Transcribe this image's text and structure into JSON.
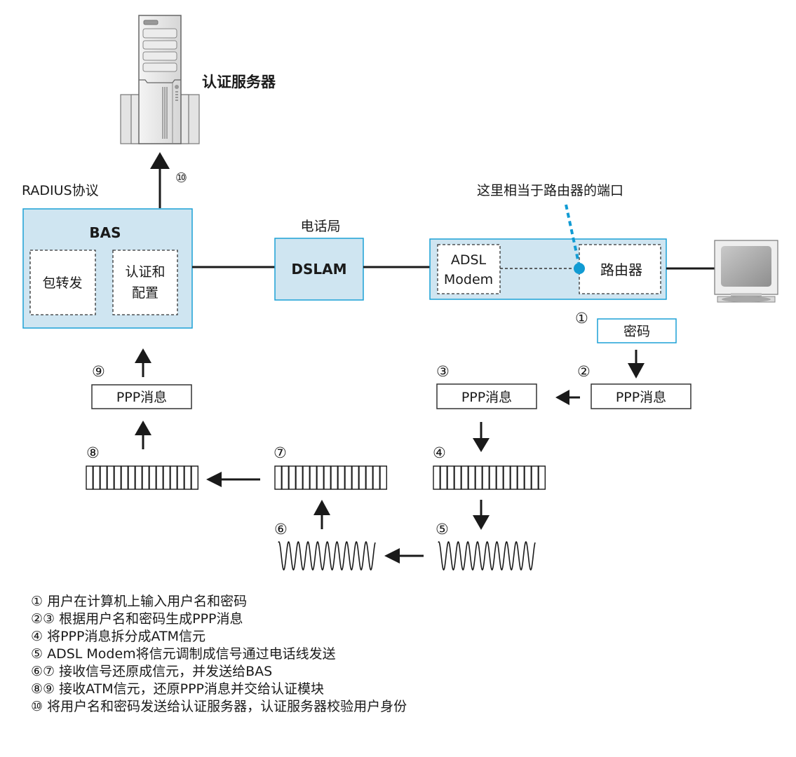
{
  "colors": {
    "box_fill": "#cfe5f1",
    "box_stroke": "#1ba1d6",
    "port_dot": "#119bd3",
    "line": "#1a1a1a"
  },
  "server": {
    "label": "认证服务器",
    "icon": "server-tower-icon"
  },
  "step10_marker": "⑩",
  "radius_label": "RADIUS协议",
  "bas": {
    "title": "BAS",
    "module_left": "包转发",
    "module_right_line1": "认证和",
    "module_right_line2": "配置"
  },
  "dslam": {
    "caption": "电话局",
    "label": "DSLAM"
  },
  "home_router": {
    "modem_line1": "ADSL",
    "modem_line2": "Modem",
    "router": "路由器",
    "port_note": "这里相当于路由器的端口"
  },
  "computer": {
    "icon": "monitor-icon"
  },
  "steps": {
    "s1": {
      "marker": "①",
      "box": "密码"
    },
    "s2": {
      "marker": "②",
      "box": "PPP消息"
    },
    "s3": {
      "marker": "③",
      "box": "PPP消息"
    },
    "s4": {
      "marker": "④",
      "cells": 16
    },
    "s5": {
      "marker": "⑤",
      "waves": 10
    },
    "s6": {
      "marker": "⑥",
      "waves": 10
    },
    "s7": {
      "marker": "⑦",
      "cells": 16
    },
    "s8": {
      "marker": "⑧",
      "cells": 16
    },
    "s9": {
      "marker": "⑨",
      "box": "PPP消息"
    }
  },
  "legend": [
    "① 用户在计算机上输入用户名和密码",
    "②③ 根据用户名和密码生成PPP消息",
    "④ 将PPP消息拆分成ATM信元",
    "⑤ ADSL Modem将信元调制成信号通过电话线发送",
    "⑥⑦ 接收信号还原成信元，并发送给BAS",
    "⑧⑨ 接收ATM信元，还原PPP消息并交给认证模块",
    "⑩ 将用户名和密码发送给认证服务器，认证服务器校验用户身份"
  ]
}
